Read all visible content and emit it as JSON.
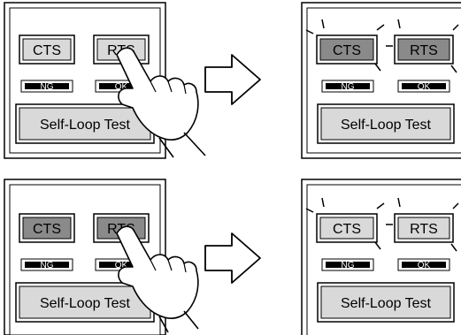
{
  "labels": {
    "cts": "CTS",
    "rts": "RTS",
    "ng": "NG",
    "ok": "OK",
    "self_loop_test": "Self-Loop Test"
  },
  "colors": {
    "pressed_fill": "#8a8a8a",
    "normal_fill": "#d9d9d9",
    "indicator_on": "#ffffff",
    "indicator_off": "#000000",
    "line": "#000000"
  },
  "panels": [
    {
      "id": "top-left",
      "cts_pressed": false,
      "rts_pressed": false,
      "ng_lit": false,
      "ok_lit": false,
      "hand": true,
      "sparks": false
    },
    {
      "id": "top-right",
      "cts_pressed": true,
      "rts_pressed": true,
      "ng_lit": false,
      "ok_lit": false,
      "hand": false,
      "sparks": true
    },
    {
      "id": "bottom-left",
      "cts_pressed": true,
      "rts_pressed": true,
      "ng_lit": false,
      "ok_lit": false,
      "hand": true,
      "sparks": false
    },
    {
      "id": "bottom-right",
      "cts_pressed": false,
      "rts_pressed": false,
      "ng_lit": true,
      "ok_lit": true,
      "hand": false,
      "sparks": true
    }
  ]
}
